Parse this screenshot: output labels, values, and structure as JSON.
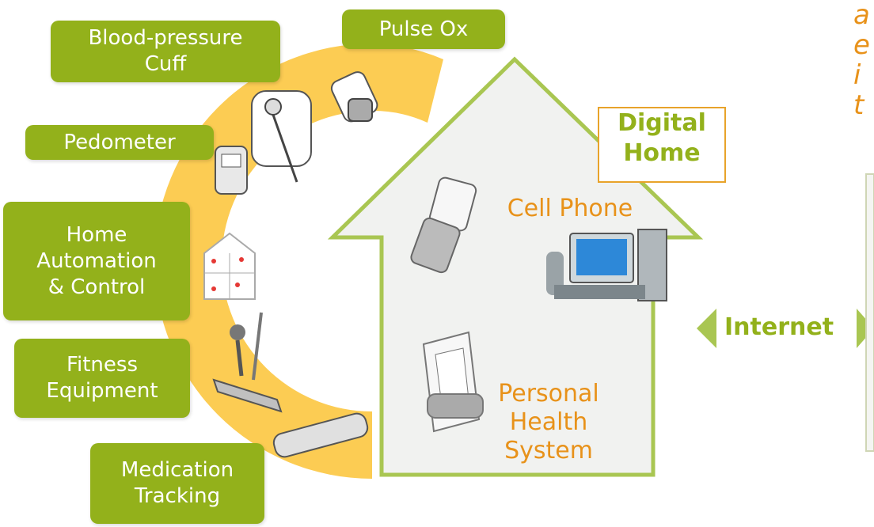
{
  "devices": {
    "blood_pressure": "Blood-pressure\nCuff",
    "pulse_ox": "Pulse Ox",
    "pedometer": "Pedometer",
    "home_automation": "Home\nAutomation\n& Control",
    "fitness": "Fitness\nEquipment",
    "medication": "Medication\nTracking"
  },
  "home": {
    "label": "Digital\nHome",
    "cell_phone": "Cell Phone",
    "phs": "Personal\nHealth\nSystem"
  },
  "internet": {
    "label": "Internet"
  },
  "cutoff_text": "a\ne\ni\nt"
}
